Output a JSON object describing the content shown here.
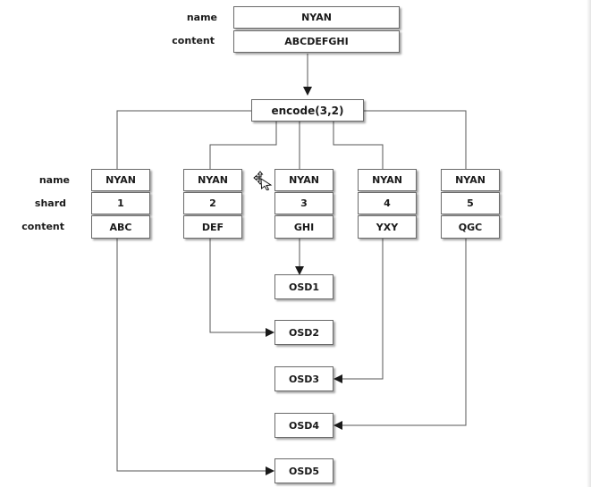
{
  "input": {
    "name_label": "name",
    "content_label": "content",
    "name_value": "NYAN",
    "content_value": "ABCDEFGHI"
  },
  "encoder": {
    "label": "encode(3,2)"
  },
  "row_labels": {
    "name": "name",
    "shard": "shard",
    "content": "content"
  },
  "shards": [
    {
      "name": "NYAN",
      "shard": "1",
      "content": "ABC"
    },
    {
      "name": "NYAN",
      "shard": "2",
      "content": "DEF"
    },
    {
      "name": "NYAN",
      "shard": "3",
      "content": "GHI"
    },
    {
      "name": "NYAN",
      "shard": "4",
      "content": "YXY"
    },
    {
      "name": "NYAN",
      "shard": "5",
      "content": "QGC"
    }
  ],
  "osds": [
    "OSD1",
    "OSD2",
    "OSD3",
    "OSD4",
    "OSD5"
  ],
  "icons": {
    "cursor": "move-cursor-icon"
  },
  "colors": {
    "line": "#555555",
    "border": "#6a6a6a",
    "text": "#1a1a1a"
  }
}
